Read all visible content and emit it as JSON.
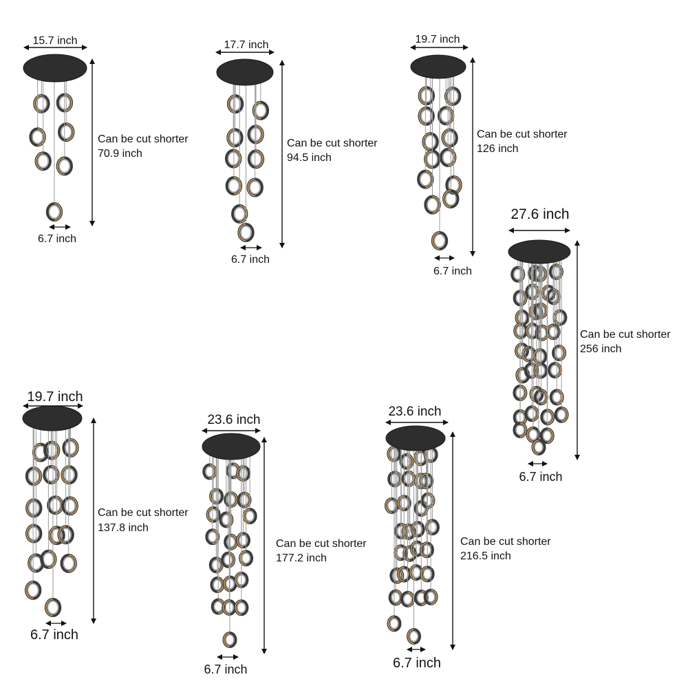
{
  "colors": {
    "canopy": "#2e2e2e",
    "canopy_edge": "#1a1a1a",
    "wire": "#9a9a9a",
    "ring_dark": "#3c3c3c",
    "ring_glass": "#8d8d8d",
    "ring_glow": "#c89a5e",
    "dimension_line": "#111111",
    "text": "#111111"
  },
  "fixtures": [
    {
      "id": "15-rings-small",
      "canopy_width": "15.7 inch",
      "drop_note": "Can be cut shorter",
      "drop_length": "70.9 inch",
      "ring_diameter": "6.7 inch",
      "ring_count": 7
    },
    {
      "id": "17-rings",
      "canopy_width": "17.7 inch",
      "drop_note": "Can be cut shorter",
      "drop_length": "94.5 inch",
      "ring_diameter": "6.7 inch",
      "ring_count": 10
    },
    {
      "id": "19-rings",
      "canopy_width": "19.7 inch",
      "drop_note": "Can be cut shorter",
      "drop_length": "126 inch",
      "ring_diameter": "6.7 inch",
      "ring_count": 13
    },
    {
      "id": "27-rings",
      "canopy_width": "27.6 inch",
      "drop_note": "Can be cut shorter",
      "drop_length": "256 inch",
      "ring_diameter": "6.7 inch",
      "ring_count": 36
    },
    {
      "id": "19-rings-b",
      "canopy_width": "19.7 inch",
      "drop_note": "Can be cut shorter",
      "drop_length": "137.8 inch",
      "ring_diameter": "6.7 inch",
      "ring_count": 17
    },
    {
      "id": "23-rings",
      "canopy_width": "23.6 inch",
      "drop_note": "Can be cut shorter",
      "drop_length": "177.2 inch",
      "ring_diameter": "6.7 inch",
      "ring_count": 22
    },
    {
      "id": "23-rings-b",
      "canopy_width": "23.6 inch",
      "drop_note": "Can be cut shorter",
      "drop_length": "216.5 inch",
      "ring_diameter": "6.7 inch",
      "ring_count": 30
    }
  ]
}
